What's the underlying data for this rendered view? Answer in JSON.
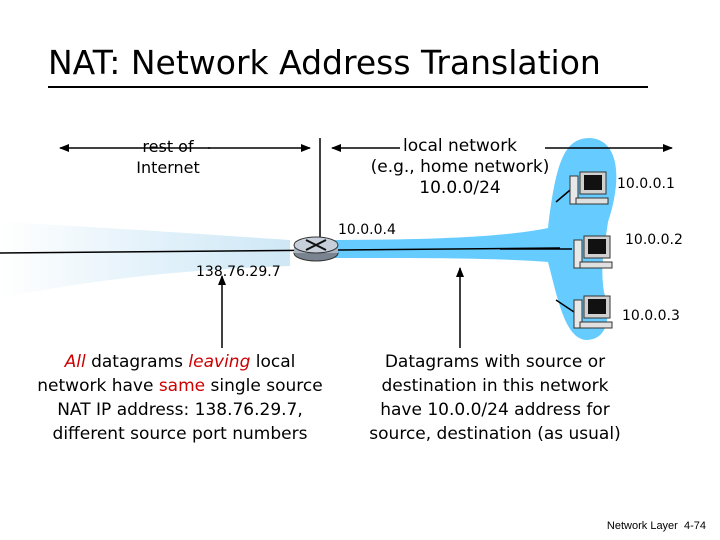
{
  "title": "NAT: Network Address Translation",
  "labels": {
    "rest_of_internet": [
      "rest of",
      "Internet"
    ],
    "local_network": [
      "local network",
      "(e.g., home network)",
      "10.0.0/24"
    ]
  },
  "ips": {
    "router_inside": "10.0.0.4",
    "router_outside": "138.76.29.7",
    "host1": "10.0.0.1",
    "host2": "10.0.0.2",
    "host3": "10.0.0.3"
  },
  "notes": {
    "left": {
      "l1_a": "All",
      "l1_b": " datagrams ",
      "l1_c": "leaving",
      "l1_d": " local",
      "l2_a": "network have ",
      "l2_b": "same",
      "l2_c": " single source",
      "l3": "NAT IP address: 138.76.29.7,",
      "l4": "different source port numbers"
    },
    "right": [
      "Datagrams with source or",
      "destination in this network",
      "have 10.0.0/24 address for",
      "source, destination (as usual)"
    ]
  },
  "footer": {
    "section": "Network Layer",
    "page": "4-74"
  },
  "colors": {
    "local_network_fill": "#66ccff",
    "internet_fill": "#d8ecf6",
    "emphasis": "#cc0000"
  }
}
